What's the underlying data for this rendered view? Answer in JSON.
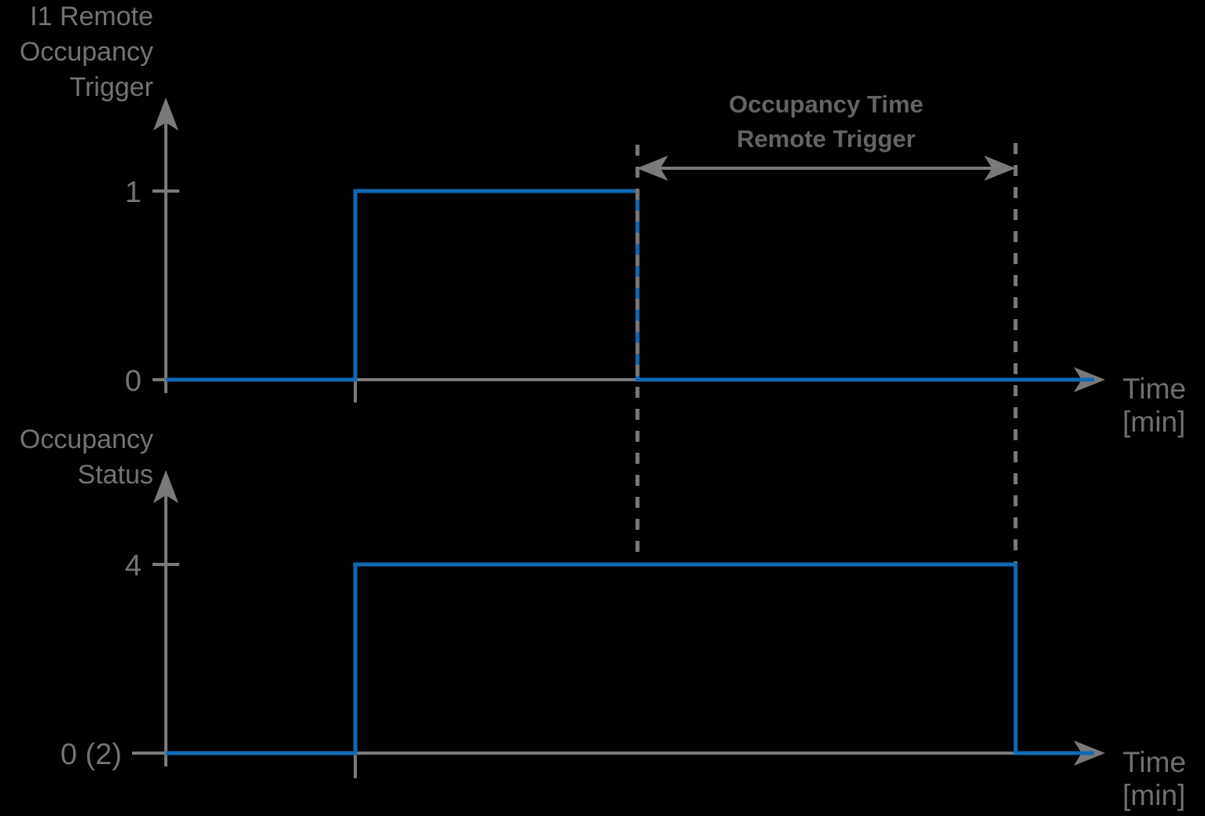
{
  "figure": {
    "title": "",
    "background_color": "#000000",
    "signal_color": "#1069b4",
    "axis_color": "#7a7a7a",
    "text_color": "#737373"
  },
  "charts": [
    {
      "id": "remote-occupancy-trigger",
      "y_axis_label_lines": [
        "I1 Remote",
        "Occupancy",
        "Trigger"
      ],
      "y_ticks": [
        {
          "label": "1",
          "value": 1
        },
        {
          "label": "0",
          "value": 0
        }
      ],
      "x_axis_label_lines": [
        "Time",
        "[min]"
      ]
    },
    {
      "id": "occupancy-status",
      "y_axis_label_lines": [
        "Occupancy",
        "Status"
      ],
      "y_ticks": [
        {
          "label": "4",
          "value": 4
        },
        {
          "label": "0 (2)",
          "value": 0
        }
      ],
      "x_axis_label_lines": [
        "Time",
        "[min]"
      ]
    }
  ],
  "annotations": [
    {
      "id": "occupancy-time-remote-trigger",
      "lines": [
        "Occupancy Time",
        "Remote Trigger"
      ],
      "style": "double-headed-arrow"
    }
  ],
  "chart_data": {
    "type": "line",
    "title": "Remote Occupancy Trigger and Occupancy Status timing diagram",
    "xlabel": "Time [min]",
    "ylabel": "",
    "grid": false,
    "legend": "none",
    "series": [
      {
        "name": "I1 Remote Occupancy Trigger",
        "ylabel": "I1 Remote Occupancy Trigger",
        "ytick_labels": [
          "1",
          "0"
        ],
        "ytick_values": [
          1,
          0
        ],
        "ylim": [
          0,
          1
        ],
        "step_style": "post",
        "x": [
          0,
          1,
          1,
          2,
          2,
          4
        ],
        "y": [
          0,
          0,
          1,
          1,
          0,
          0
        ]
      },
      {
        "name": "Occupancy Status",
        "ylabel": "Occupancy Status",
        "ytick_labels": [
          "4",
          "0 (2)"
        ],
        "ytick_values": [
          4,
          0
        ],
        "ylim": [
          0,
          4
        ],
        "step_style": "post",
        "x": [
          0,
          1,
          1,
          3.35,
          3.35,
          4
        ],
        "y": [
          0,
          0,
          4,
          4,
          0,
          0
        ]
      }
    ],
    "annotations": [
      {
        "text": "Occupancy Time Remote Trigger",
        "type": "span-arrow",
        "x_start": 2,
        "x_end": 3.35
      }
    ],
    "vertical_markers": [
      2,
      3.35
    ]
  }
}
